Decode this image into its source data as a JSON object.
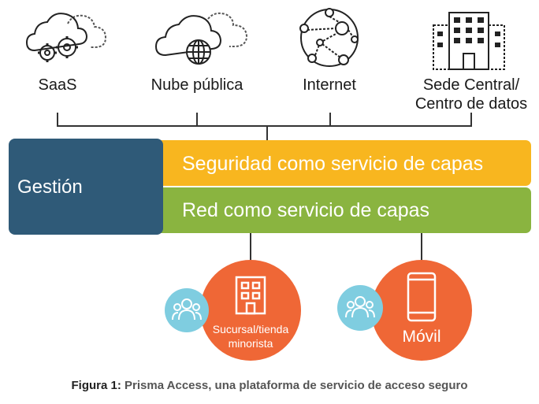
{
  "top_items": [
    {
      "label": "SaaS",
      "icon": "cloud-gears-icon"
    },
    {
      "label": "Nube pública",
      "icon": "cloud-globe-icon"
    },
    {
      "label": "Internet",
      "icon": "network-globe-icon"
    },
    {
      "label_line1": "Sede Central/",
      "label_line2": "Centro de datos",
      "icon": "building-icon"
    }
  ],
  "management": {
    "label": "Gestión",
    "color": "#2f5a78"
  },
  "layers": [
    {
      "label": "Seguridad como servicio de capas",
      "color": "#f8b61f"
    },
    {
      "label": "Red como servicio de capas",
      "color": "#8ab440"
    }
  ],
  "endpoints": [
    {
      "label_line1": "Sucursal/tienda",
      "label_line2": "minorista",
      "icon": "building-icon",
      "user_icon": "users-icon"
    },
    {
      "label": "Móvil",
      "icon": "mobile-phone-icon",
      "user_icon": "users-icon"
    }
  ],
  "colors": {
    "orange": "#ef6736",
    "light_blue": "#7fcde0"
  },
  "caption": {
    "prefix": "Figura 1:",
    "text": "Prisma Access, una plataforma de servicio de acceso seguro"
  }
}
